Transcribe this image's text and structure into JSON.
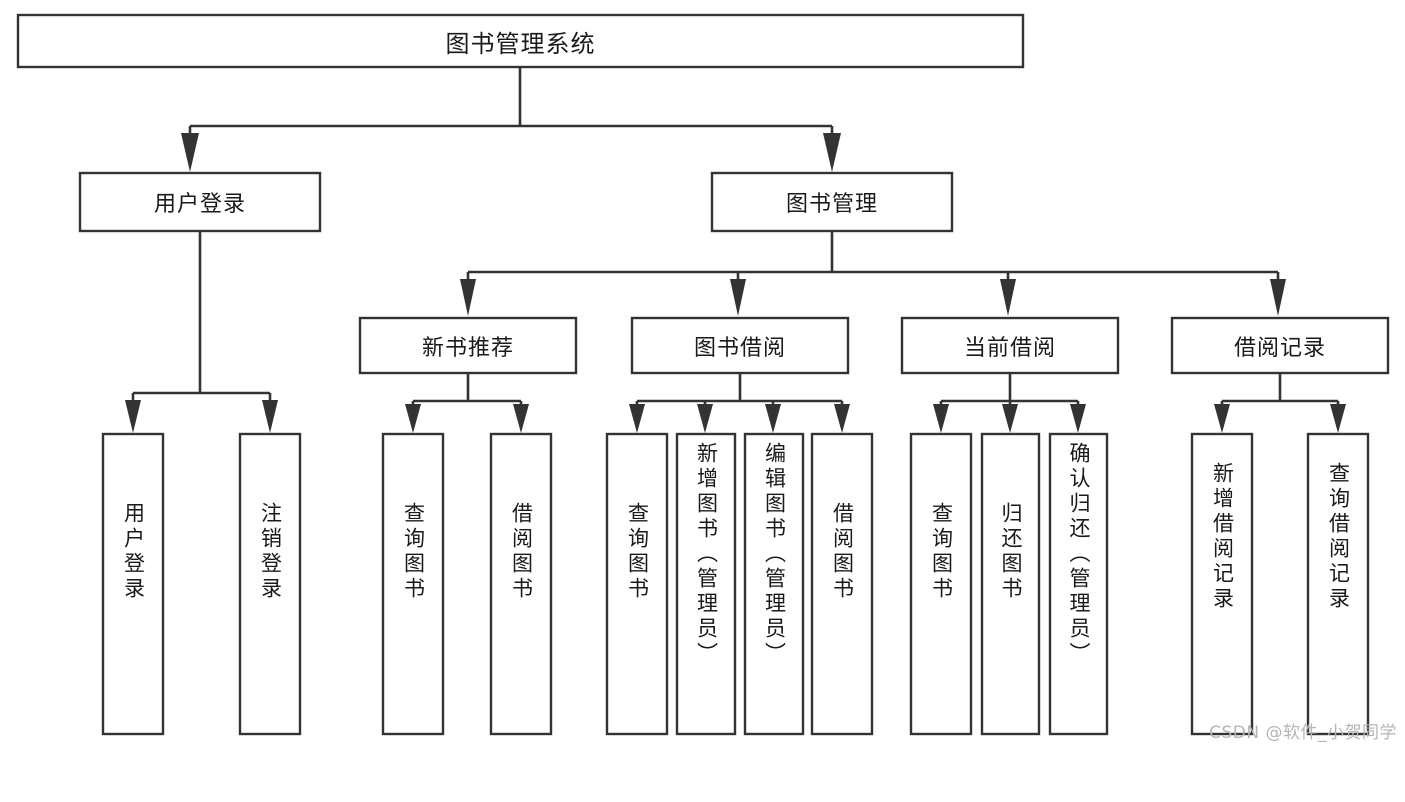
{
  "diagram": {
    "title": "图书管理系统",
    "watermark": "CSDN @软件_小贺同学",
    "colors": {
      "stroke": "#333333",
      "fill": "#ffffff",
      "text": "#1a1a1a",
      "watermark": "#b5b5b5",
      "background": "#ffffff"
    },
    "levels": {
      "root_label": "图书管理系统",
      "level1": [
        "用户登录",
        "图书管理"
      ],
      "level2": [
        "新书推荐",
        "图书借阅",
        "当前借阅",
        "借阅记录"
      ]
    },
    "nodes": {
      "root": {
        "label": "图书管理系统",
        "orientation": "horizontal"
      },
      "user_login": {
        "label": "用户登录",
        "orientation": "horizontal"
      },
      "book_manage": {
        "label": "图书管理",
        "orientation": "horizontal"
      },
      "new_book_rec": {
        "label": "新书推荐",
        "orientation": "horizontal"
      },
      "book_borrow": {
        "label": "图书借阅",
        "orientation": "horizontal"
      },
      "current_borrow": {
        "label": "当前借阅",
        "orientation": "horizontal"
      },
      "borrow_record": {
        "label": "借阅记录",
        "orientation": "horizontal"
      }
    },
    "leaves": {
      "user_login": [
        "用户登录",
        "注销登录"
      ],
      "new_book_rec": [
        "查询图书",
        "借阅图书"
      ],
      "book_borrow": [
        "查询图书",
        "新增图书（管理员）",
        "编辑图书（管理员）",
        "借阅图书"
      ],
      "current_borrow": [
        "查询图书",
        "归还图书",
        "确认归还（管理员）"
      ],
      "borrow_record": [
        "新增借阅记录",
        "查询借阅记录"
      ]
    }
  }
}
